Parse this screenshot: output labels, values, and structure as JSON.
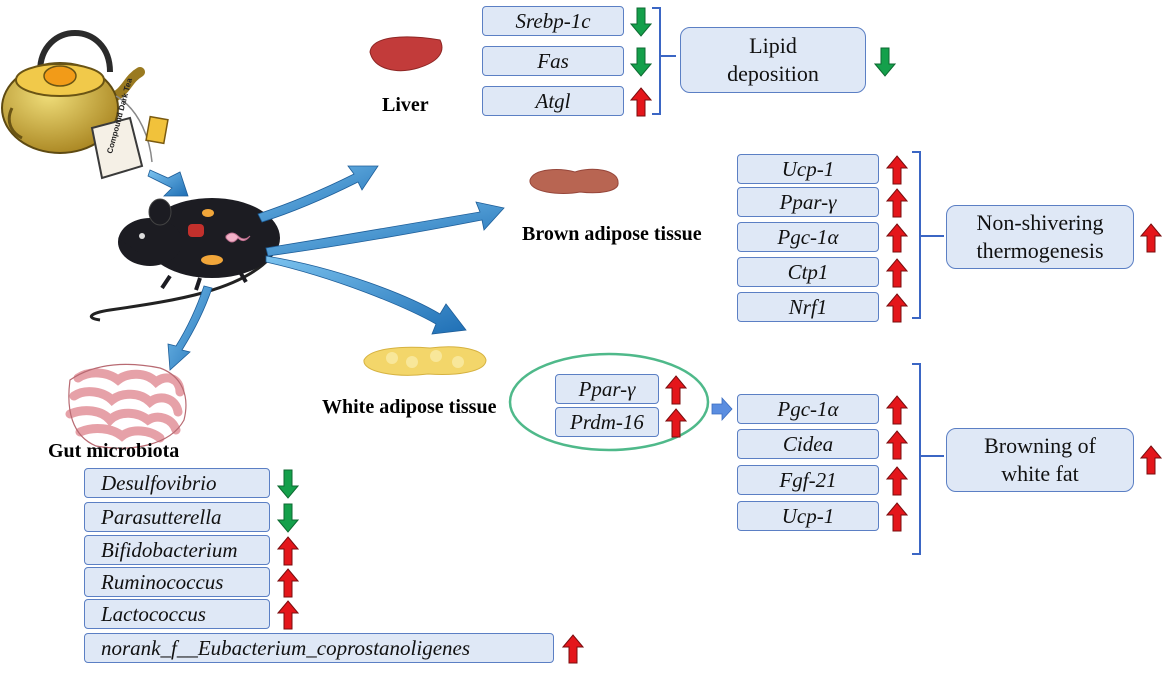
{
  "title": "",
  "colors": {
    "up": "#e4161b",
    "down": "#14a04b",
    "box_fill": "#dfe8f6",
    "box_border": "#5b7fc4",
    "flow_arrow": "#3a8fd1",
    "circle": "#4fb98a"
  },
  "tea_label": "Compound Dark Tea",
  "tissues": {
    "liver": "Liver",
    "brown": "Brown adipose tissue",
    "white": "White adipose tissue",
    "gut": "Gut microbiota"
  },
  "liver_genes": [
    {
      "name": "Srebp-1c",
      "change": "down"
    },
    {
      "name": "Fas",
      "change": "down"
    },
    {
      "name": "Atgl",
      "change": "up"
    }
  ],
  "liver_outcome": {
    "text": "Lipid deposition",
    "change": "down"
  },
  "bat_genes": [
    {
      "name": "Ucp-1",
      "change": "up"
    },
    {
      "name": "Ppar-γ",
      "change": "up"
    },
    {
      "name": "Pgc-1α",
      "change": "up"
    },
    {
      "name": "Ctp1",
      "change": "up"
    },
    {
      "name": "Nrf1",
      "change": "up"
    }
  ],
  "bat_outcome": {
    "text": "Non-shivering thermogenesis",
    "change": "up"
  },
  "wat_upstream": [
    {
      "name": "Ppar-γ",
      "change": "up"
    },
    {
      "name": "Prdm-16",
      "change": "up"
    }
  ],
  "wat_genes": [
    {
      "name": "Pgc-1α",
      "change": "up"
    },
    {
      "name": "Cidea",
      "change": "up"
    },
    {
      "name": "Fgf-21",
      "change": "up"
    },
    {
      "name": "Ucp-1",
      "change": "up"
    }
  ],
  "wat_outcome": {
    "text": "Browning of white fat",
    "change": "up"
  },
  "gut_taxa": [
    {
      "name": "Desulfovibrio",
      "change": "down"
    },
    {
      "name": "Parasutterella",
      "change": "down"
    },
    {
      "name": "Bifidobacterium",
      "change": "up"
    },
    {
      "name": "Ruminococcus",
      "change": "up"
    },
    {
      "name": "Lactococcus",
      "change": "up"
    },
    {
      "name": "norank_f__Eubacterium_coprostanoligenes",
      "change": "up"
    }
  ]
}
